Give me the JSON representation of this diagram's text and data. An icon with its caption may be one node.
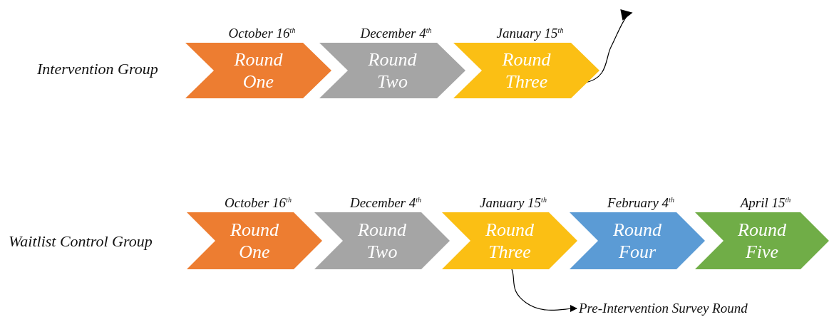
{
  "diagram": {
    "nodes": [
      {
        "text": [
          "Round One"
        ],
        "beside": [
          "October 16$^{th}$"
        ]
      },
      {
        "text": [
          "Round Two"
        ],
        "beside": [
          "December 4$^{th}$"
        ]
      },
      {
        "text": [
          "Round Three"
        ],
        "beside": [
          "January 15$^{th}$"
        ]
      },
      {
        "text": [
          "Round One"
        ],
        "beside": [
          "October 16$^{th}$"
        ]
      },
      {
        "text": [
          "Round Two"
        ],
        "beside": [
          "December 4$^{th}$"
        ]
      },
      {
        "text": [
          "Round Three"
        ],
        "beside": [
          "January 15$^{th}$"
        ]
      },
      {
        "text": [
          "Round Four"
        ],
        "beside": [
          "February 4$^{th}$"
        ]
      },
      {
        "text": [
          "Round Five"
        ],
        "beside": [
          "April 15$^{th}$"
        ]
      },
      {
        "text": [
          "Pre-Intervention Survey Round"
        ]
      }
    ],
    "edges": [
      {
        "from": 2,
        "to": null,
        "arrow": "to"
      },
      {
        "from": 5,
        "to": 8,
        "arrow": "to"
      }
    ],
    "labels": [
      "Intervention Group",
      "Waitlist Control Group"
    ]
  }
}
